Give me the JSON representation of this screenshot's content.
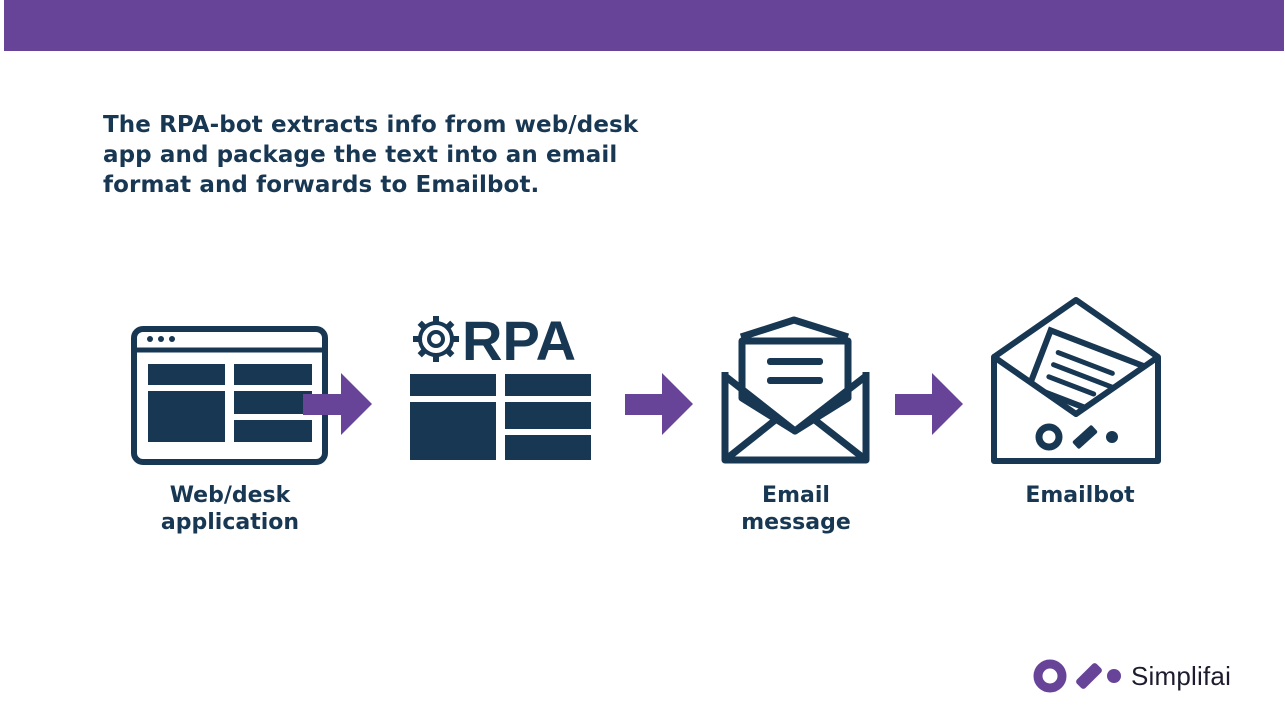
{
  "header": {
    "bar_color": "#684499"
  },
  "headline": {
    "lines": [
      "The RPA-bot extracts info from web/desk",
      "app and package the text into an email",
      "format and forwards to Emailbot."
    ]
  },
  "flow": {
    "steps": [
      {
        "icon": "web-desk-app-icon",
        "label_lines": [
          "Web/desk",
          "application"
        ]
      },
      {
        "icon": "rpa-icon",
        "icon_text": "RPA",
        "label_lines": []
      },
      {
        "icon": "email-message-icon",
        "label_lines": [
          "Email",
          "message"
        ]
      },
      {
        "icon": "emailbot-icon",
        "label_lines": [
          "Emailbot"
        ]
      }
    ],
    "arrow_icon": "arrow-right-icon",
    "colors": {
      "icon": "#173753",
      "arrow": "#684499",
      "text": "#173753"
    }
  },
  "brand": {
    "name": "Simplifai",
    "logo_icon": "simplifai-logo-icon",
    "color": "#684499"
  }
}
